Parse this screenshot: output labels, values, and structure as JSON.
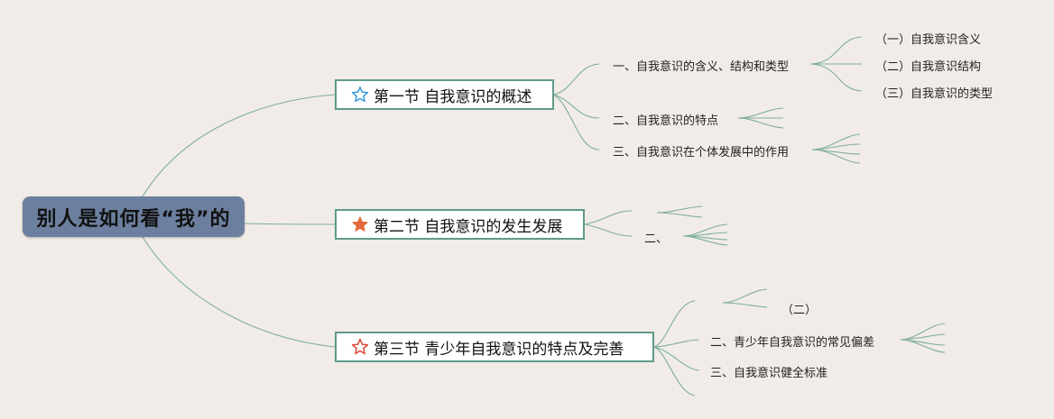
{
  "root": {
    "label": "别人是如何看“我”的"
  },
  "sections": [
    {
      "title": "第一节 自我意识的概述",
      "icon": "star-outline-blue-icon",
      "star_color": "#3a9ad9",
      "subtopics": [
        {
          "label": "一、自我意识的含义、结构和类型",
          "children": [
            "（一）自我意识含义",
            "（二）自我意识结构",
            "（三）自我意识的类型"
          ]
        },
        {
          "label": "二、自我意识的特点"
        },
        {
          "label": "三、自我意识在个体发展中的作用"
        }
      ]
    },
    {
      "title": "第二节 自我意识的发生发展",
      "icon": "star-filled-orange-icon",
      "star_color": "#e4693a",
      "subtopics": [
        {
          "label": ""
        },
        {
          "label": "二、"
        }
      ]
    },
    {
      "title": "第三节 青少年自我意识的特点及完善",
      "icon": "star-outline-red-icon",
      "star_color": "#d9493a",
      "subtopics": [
        {
          "label": "",
          "children": [
            "（二）"
          ]
        },
        {
          "label": "二、青少年自我意识的常见偏差"
        },
        {
          "label": "三、自我意识健全标准"
        }
      ]
    }
  ],
  "colors": {
    "background": "#f1ece7",
    "root_fill": "#6c7f9f",
    "link": "#7fae9e",
    "section_border": "#5f9a8a"
  }
}
